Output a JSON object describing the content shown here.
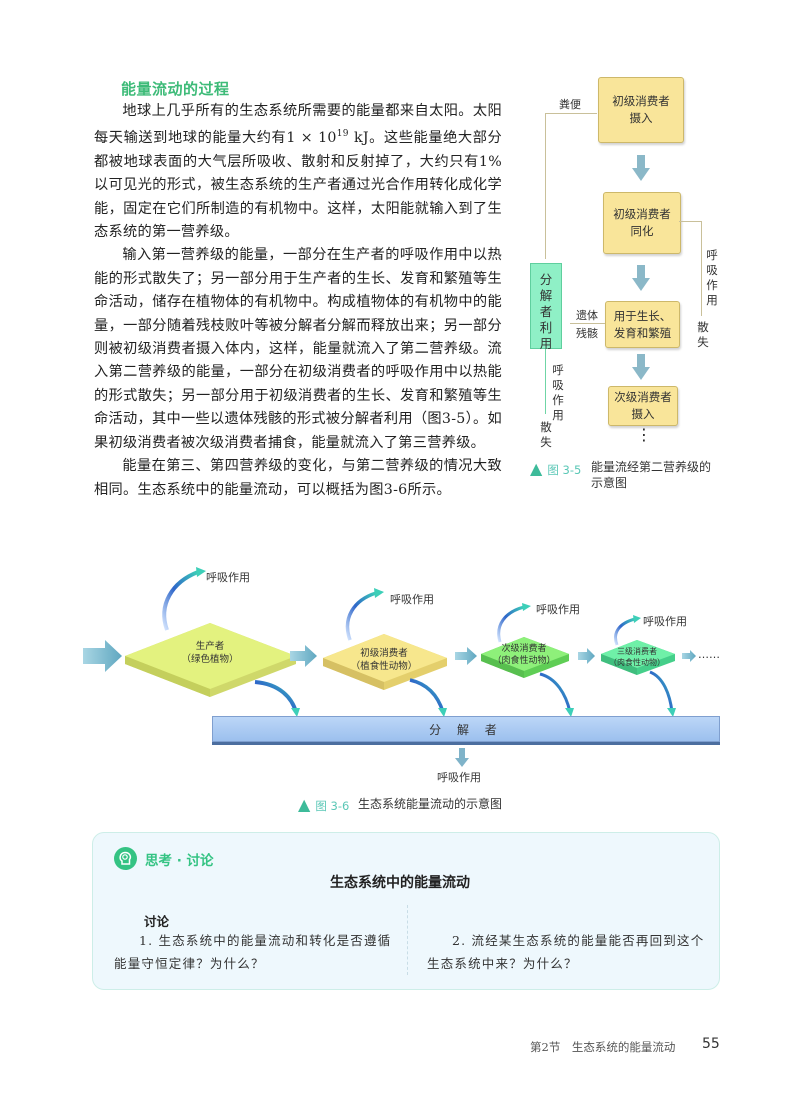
{
  "section": {
    "title": "能量流动的过程",
    "paragraphs": [
      "地球上几乎所有的生态系统所需要的能量都来自太阳。太阳每天输送到地球的能量大约有1 × 10",
      "19",
      " kJ。这些能量绝大部分都被地球表面的大气层所吸收、散射和反射掉了，大约只有1%以可见光的形式，被生态系统的生产者通过光合作用转化成化学能，固定在它们所制造的有机物中。这样，太阳能就输入到了生态系统的第一营养级。",
      "输入第一营养级的能量，一部分在生产者的呼吸作用中以热能的形式散失了；另一部分用于生产者的生长、发育和繁殖等生命活动，储存在植物体的有机物中。构成植物体的有机物中的能量，一部分随着残枝败叶等被分解者分解而释放出来；另一部分则被初级消费者摄入体内，这样，能量就流入了第二营养级。流入第二营养级的能量，一部分在初级消费者的呼吸作用中以热能的形式散失；另一部分用于初级消费者的生长、发育和繁殖等生命活动，其中一些以遗体残骸的形式被分解者利用（图3-5）。如果初级消费者被次级消费者捕食，能量就流入了第三营养级。",
      "能量在第三、第四营养级的变化，与第二营养级的情况大致相同。生态系统中的能量流动，可以概括为图3-6所示。"
    ]
  },
  "figure_3_5": {
    "boxes": {
      "intake": "初级消费者\n摄入",
      "assimilation": "初级消费者\n同化",
      "growth": "用于生长、\n发育和繁殖",
      "secondary_intake": "次级消费者\n摄入",
      "decomposer": "分解者利用"
    },
    "labels": {
      "feces": "粪便",
      "respiration": "呼吸作用",
      "dissipated": "散失",
      "remains": "遗体残骸",
      "decomp_respiration": "呼吸作用",
      "decomp_dissipated": "散失",
      "ellipsis": "⋮"
    },
    "caption": {
      "marker": "▲",
      "number": "图 3-5",
      "text": "能量流经第二营养级的示意图"
    }
  },
  "figure_3_6": {
    "nodes": [
      {
        "name": "生产者",
        "sub": "（绿色植物）",
        "color": "#e3f27f"
      },
      {
        "name": "初级消费者",
        "sub": "（植食性动物）",
        "color": "#f7e78d"
      },
      {
        "name": "次级消费者",
        "sub": "（肉食性动物）",
        "color": "#8ef07a"
      },
      {
        "name": "三级消费者",
        "sub": "（肉食性动物）",
        "color": "#6ff0a8"
      }
    ],
    "respiration_label": "呼吸作用",
    "decomposer_label": "分 解 者",
    "decomposer_respiration": "呼吸作用",
    "trailing": "……",
    "caption": {
      "marker": "▲",
      "number": "图 3-6",
      "text": "生态系统能量流动的示意图"
    }
  },
  "think_discuss": {
    "heading": "思考 · 讨论",
    "title": "生态系统中的能量流动",
    "discuss_label": "讨论",
    "questions": [
      "1. 生态系统中的能量流动和转化是否遵循能量守恒定律？为什么？",
      "2. 流经某生态系统的能量能否再回到这个生态系统中来？为什么？"
    ]
  },
  "footer": {
    "section": "第2节　生态系统的能量流动",
    "page_number": "55"
  },
  "colors": {
    "accent_green": "#3dbb78",
    "box_yellow": "#f9e59a",
    "box_green": "#8ff0c6",
    "arrow_blue": "#7fb3c9",
    "decomposer_blue": "#a9c8f2"
  }
}
